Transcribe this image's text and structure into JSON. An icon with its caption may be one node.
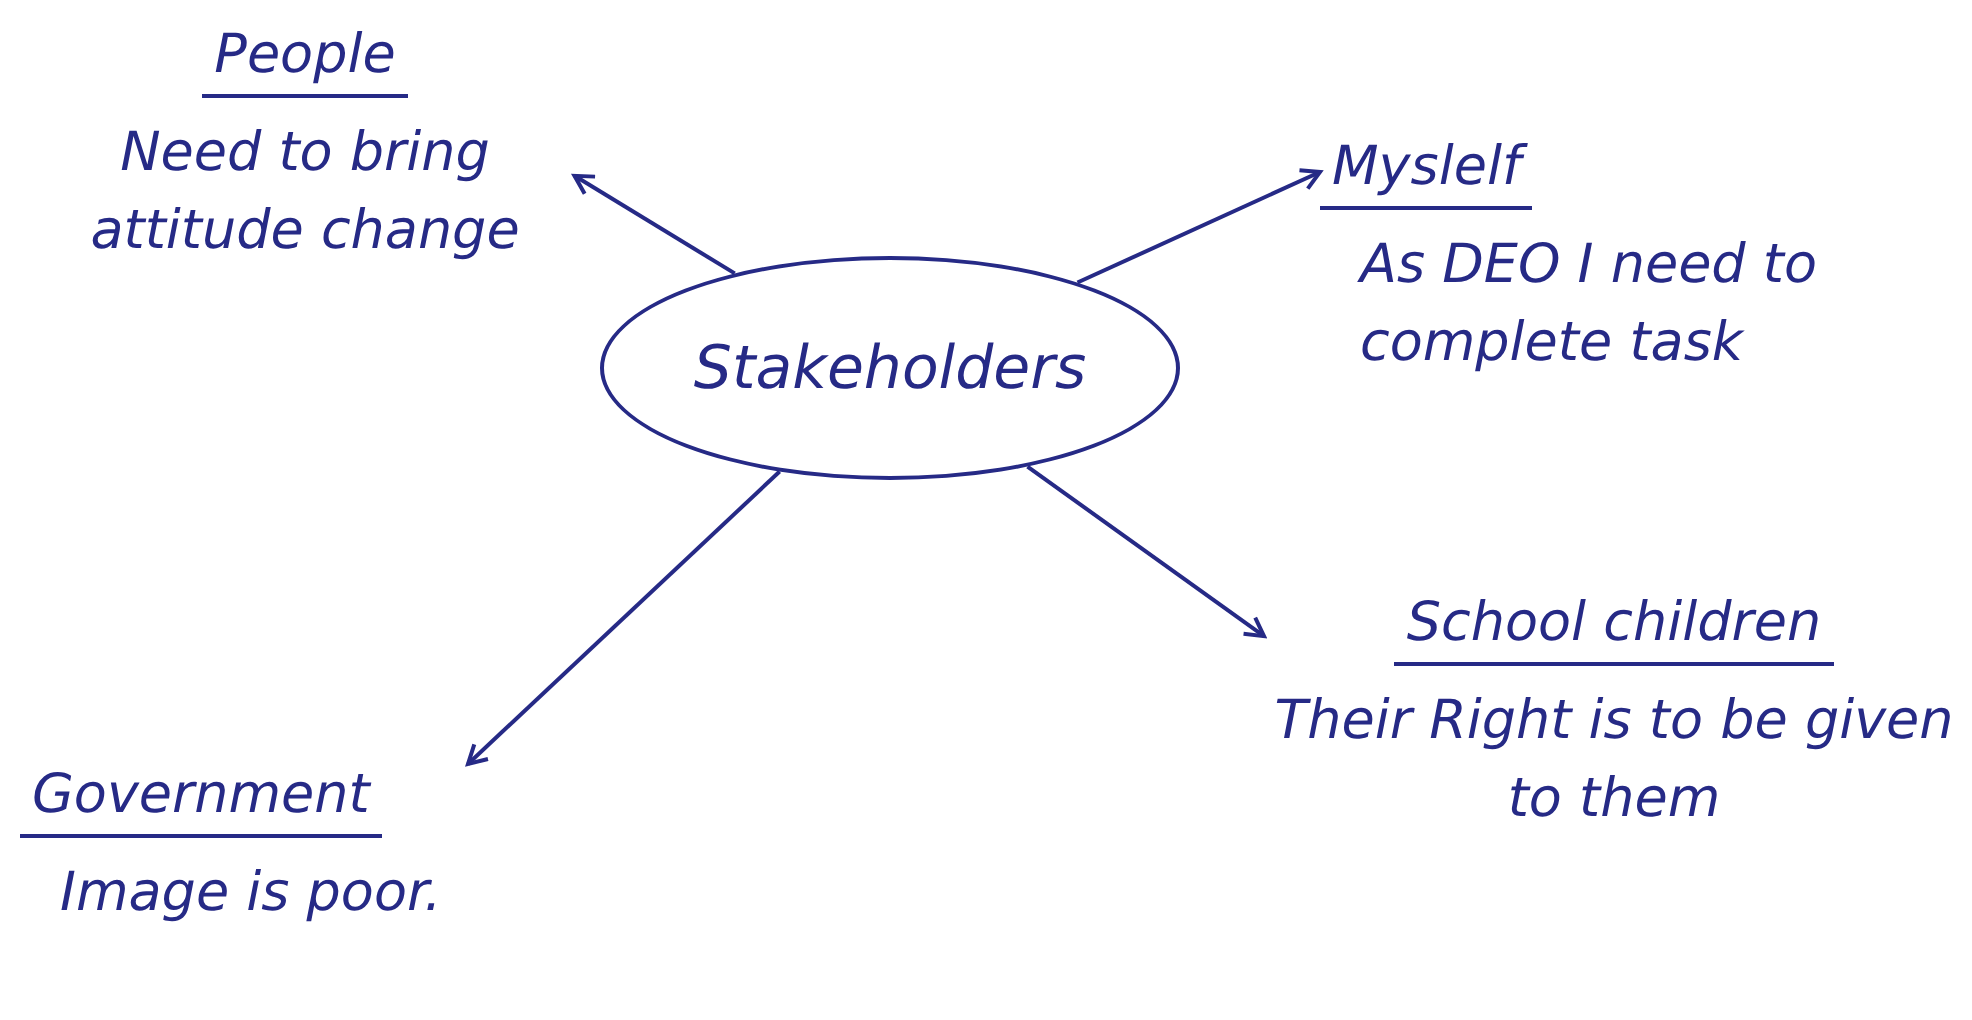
{
  "diagram": {
    "nodes": [
      {
        "text": [
          "Stakeholders"
        ]
      },
      {
        "text": [
          "People",
          "Need to bring attitude change"
        ]
      },
      {
        "text": [
          "Myslelf",
          "As DEO I need to complete task"
        ]
      },
      {
        "text": [
          "School children",
          "Their Right is to be given to them"
        ]
      },
      {
        "text": [
          "Government",
          "Image is poor."
        ]
      }
    ],
    "edges": [
      {
        "from": 0,
        "to": 1,
        "arrow": "to"
      },
      {
        "from": 0,
        "to": 2,
        "arrow": "to"
      },
      {
        "from": 0,
        "to": 3,
        "arrow": "to"
      },
      {
        "from": 0,
        "to": 4,
        "arrow": "to"
      }
    ]
  }
}
